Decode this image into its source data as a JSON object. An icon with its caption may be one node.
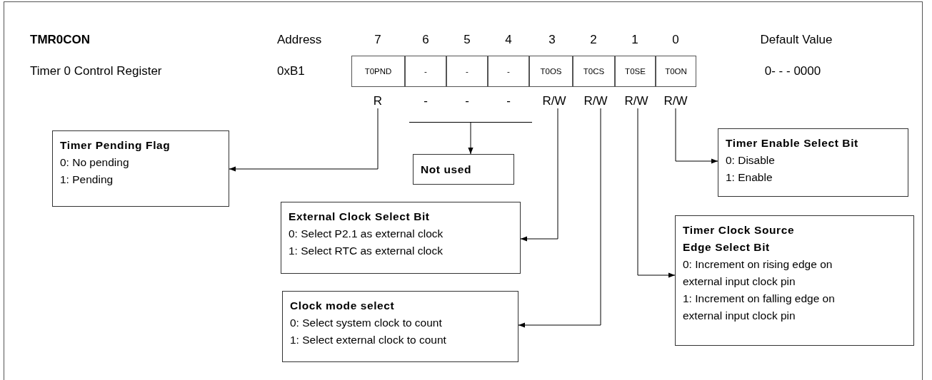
{
  "diagram": {
    "nodes": [
      {
        "text": [
          "T0PND"
        ]
      },
      {
        "text": [
          "-"
        ]
      },
      {
        "text": [
          "-"
        ]
      },
      {
        "text": [
          "-"
        ]
      },
      {
        "text": [
          "T0OS"
        ]
      },
      {
        "text": [
          "T0CS"
        ]
      },
      {
        "text": [
          "T0SE"
        ]
      },
      {
        "text": [
          "T0ON"
        ]
      },
      {
        "text": [
          "R"
        ]
      },
      {
        "text": [
          "R/W"
        ]
      },
      {
        "text": [
          "R/W"
        ]
      },
      {
        "text": [
          "R/W"
        ]
      },
      {
        "text": [
          "R/W"
        ]
      },
      {
        "text": [],
        "shape": "bar"
      },
      {
        "text": [
          "Timer Pending Flag",
          "0: No pending",
          "1: Pending"
        ]
      },
      {
        "text": [
          "Not used"
        ]
      },
      {
        "text": [
          "Timer Enable Select Bit",
          "0: Disable",
          "1: Enable"
        ]
      },
      {
        "text": [
          "External Clock Select Bit",
          "0: Select P2.1 as external clock",
          "1: Select RTC as external clock"
        ]
      },
      {
        "text": [
          "Timer Clock Source Edge Select Bit",
          "0: Increment on rising edge on external input clock pin",
          "1: Increment on falling edge on external input clock pin"
        ]
      },
      {
        "text": [
          "Clock mode select",
          "0: Select system clock to count",
          "1: Select external clock to count"
        ]
      }
    ],
    "edges": [
      {
        "from": 8,
        "to": 14,
        "arrow": "to"
      },
      {
        "from": 13,
        "to": 15,
        "arrow": "to"
      },
      {
        "from": 12,
        "to": 16,
        "arrow": "to"
      },
      {
        "from": 9,
        "to": 17,
        "arrow": "to"
      },
      {
        "from": 11,
        "to": 18,
        "arrow": "to"
      },
      {
        "from": 10,
        "to": 19,
        "arrow": "to"
      }
    ],
    "labels": [
      "TMR0CON",
      "Address",
      "7",
      "6",
      "5",
      "4",
      "3",
      "2",
      "1",
      "0",
      "Default Value",
      "Timer 0 Control Register",
      "0xB1",
      "0- - - 0000",
      "-",
      "-",
      "-"
    ]
  }
}
